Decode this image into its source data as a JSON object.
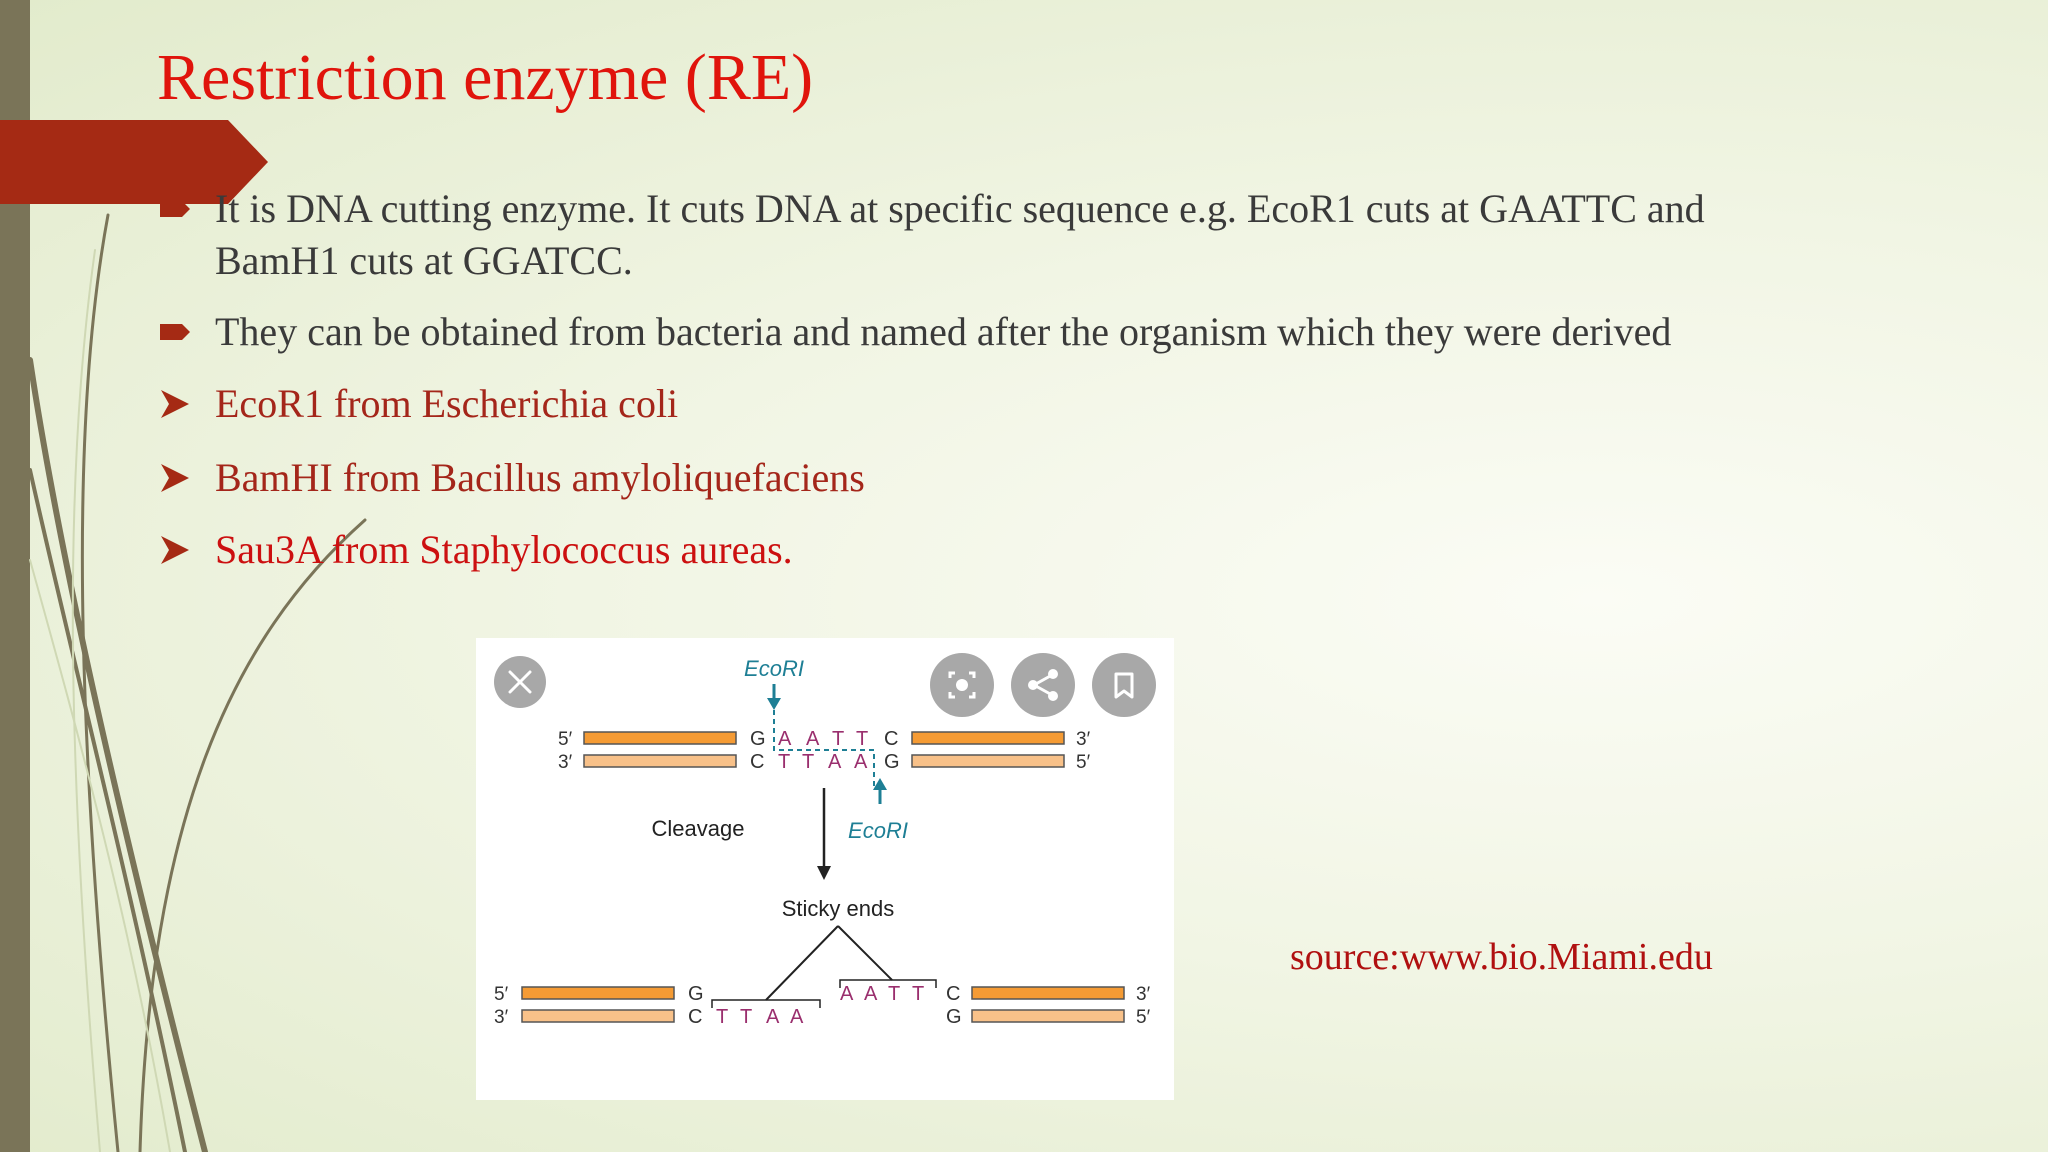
{
  "slide": {
    "title": "Restriction enzyme (RE)",
    "bullets": [
      {
        "line1": "It is DNA cutting enzyme. It cuts DNA at specific sequence e.g. EcoR1 cuts at GAATTC and",
        "line2": "BamH1  cuts at GGATCC."
      },
      {
        "line1": "They can be obtained from bacteria and named after the organism which they were derived"
      }
    ],
    "examples": [
      "EcoR1 from Escherichia coli",
      "BamHI from Bacillus amyloliquefaciens",
      "Sau3A from Staphylococcus aureas."
    ],
    "source": "source:www.bio.Miami.edu"
  },
  "figure": {
    "enzyme_top": "EcoRI",
    "enzyme_bottom": "EcoRI",
    "cleavage_label": "Cleavage",
    "sticky_label": "Sticky ends",
    "top_strand": {
      "left": "5′",
      "right": "3′",
      "seq": [
        "G",
        "A",
        "A",
        "T",
        "T",
        "C"
      ]
    },
    "bottom_strand": {
      "left": "3′",
      "right": "5′",
      "seq": [
        "C",
        "T",
        "T",
        "A",
        "A",
        "G"
      ]
    },
    "result_left": {
      "top_end": "5′",
      "bottom_end": "3′",
      "top_seq": "G",
      "bottom_seq": [
        "C",
        "T",
        "T",
        "A",
        "A"
      ]
    },
    "result_right": {
      "top_end": "3′",
      "bottom_end": "5′",
      "top_seq": [
        "A",
        "A",
        "T",
        "T",
        "C"
      ],
      "bottom_seq": "G"
    }
  },
  "icons": {
    "close": "close-icon",
    "lens": "lens-search-icon",
    "share": "share-icon",
    "bookmark": "bookmark-icon"
  },
  "colors": {
    "title": "#e0140c",
    "accent": "#a52a14",
    "strand_dark": "#f59b34",
    "strand_light": "#f8c189",
    "sequence": "#9a2f6e",
    "enzyme": "#1e7f95"
  }
}
